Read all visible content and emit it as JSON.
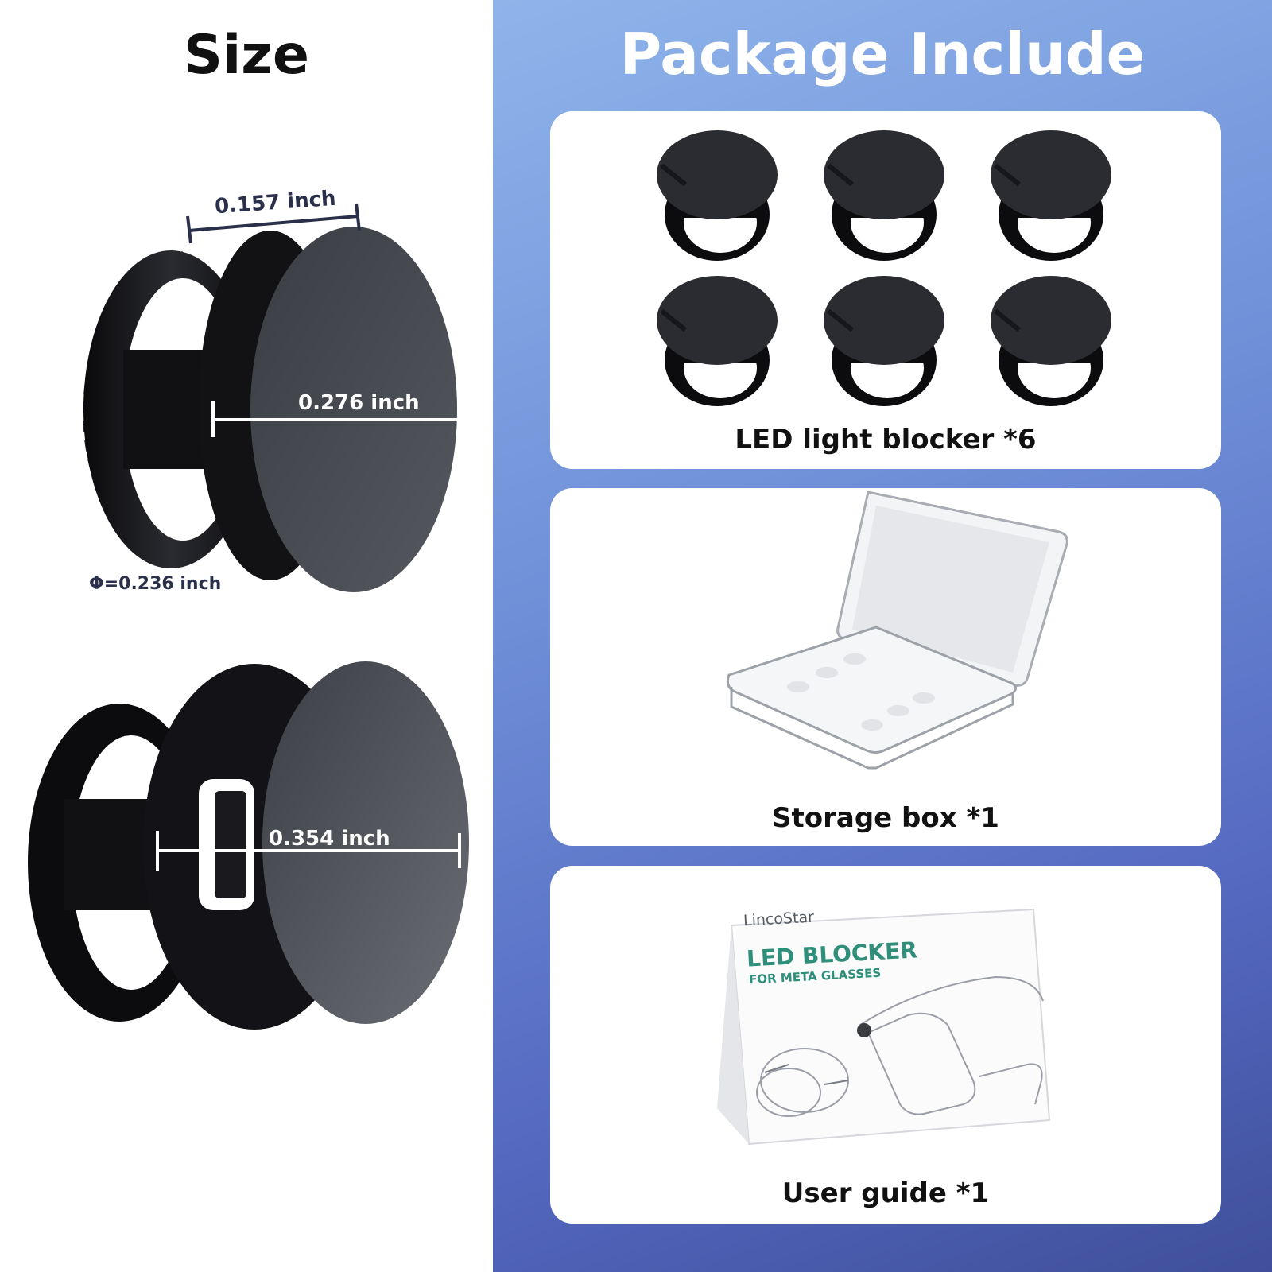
{
  "size_panel": {
    "title": "Size",
    "dim_width": "0.157 inch",
    "dim_face": "0.276 inch",
    "dim_phi": "Φ=0.236 inch",
    "dim_outer": "0.354 inch"
  },
  "package_panel": {
    "title": "Package Include",
    "items": [
      {
        "label": "LED light blocker *6"
      },
      {
        "label": "Storage box *1"
      },
      {
        "label": "User guide *1"
      }
    ],
    "guide_card": {
      "brand": "LincoStar",
      "heading": "LED BLOCKER",
      "subheading": "FOR META GLASSES"
    }
  },
  "colors": {
    "panel_bg": "#ffffff",
    "gradient_top": "#8fb4ea",
    "gradient_bottom": "#3f4f9a",
    "dimension_line": "#2a2f4a",
    "guide_heading": "#2f8f7a"
  }
}
